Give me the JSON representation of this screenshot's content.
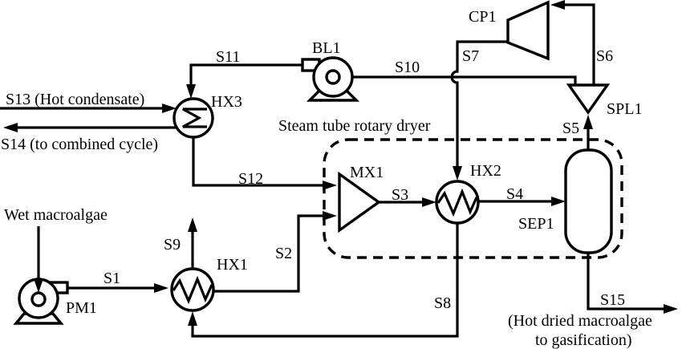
{
  "figure": {
    "background": "#ffffff",
    "line_color": "#000000"
  },
  "components": {
    "pm1": "PM1",
    "bl1": "BL1",
    "cp1": "CP1",
    "hx1": "HX1",
    "hx2": "HX2",
    "hx3": "HX3",
    "mx1": "MX1",
    "spl1": "SPL1",
    "sep1": "SEP1"
  },
  "streams": {
    "s1": "S1",
    "s2": "S2",
    "s3": "S3",
    "s4": "S4",
    "s5": "S5",
    "s6": "S6",
    "s7": "S7",
    "s8": "S8",
    "s9": "S9",
    "s10": "S10",
    "s11": "S11",
    "s12": "S12",
    "s15": "S15"
  },
  "annotations": {
    "s13_inlet": "S13 (Hot condensate)",
    "s14_outlet": "S14 (to combined cycle)",
    "wet_feed": "Wet macroalgae",
    "dryer_title": "Steam tube rotary dryer",
    "product_line1": "(Hot dried macroalgae",
    "product_line2": "to gasification)"
  }
}
